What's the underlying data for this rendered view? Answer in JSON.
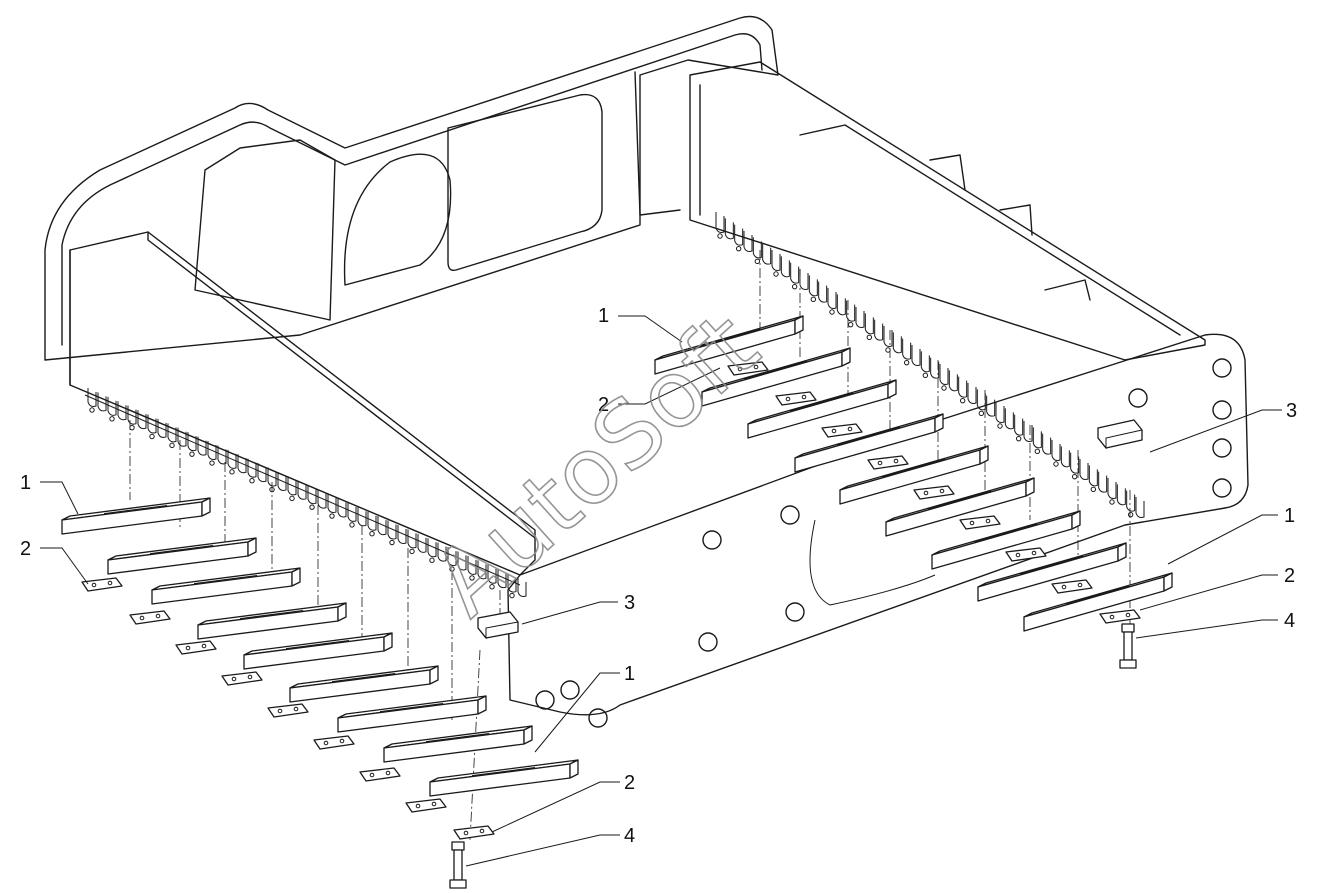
{
  "watermark": "AutoSoft",
  "callouts": {
    "c1_back": "1",
    "c2_back": "2",
    "c3_right": "3",
    "c1_left": "1",
    "c2_left": "2",
    "c3_mid": "3",
    "c1_front": "1",
    "c2_front": "2",
    "c4_front": "4",
    "c1_right": "1",
    "c2_right": "2",
    "c4_right": "4"
  },
  "colors": {
    "line": "#1a1a1a",
    "background": "#ffffff",
    "watermark": "#8a8a8a"
  }
}
